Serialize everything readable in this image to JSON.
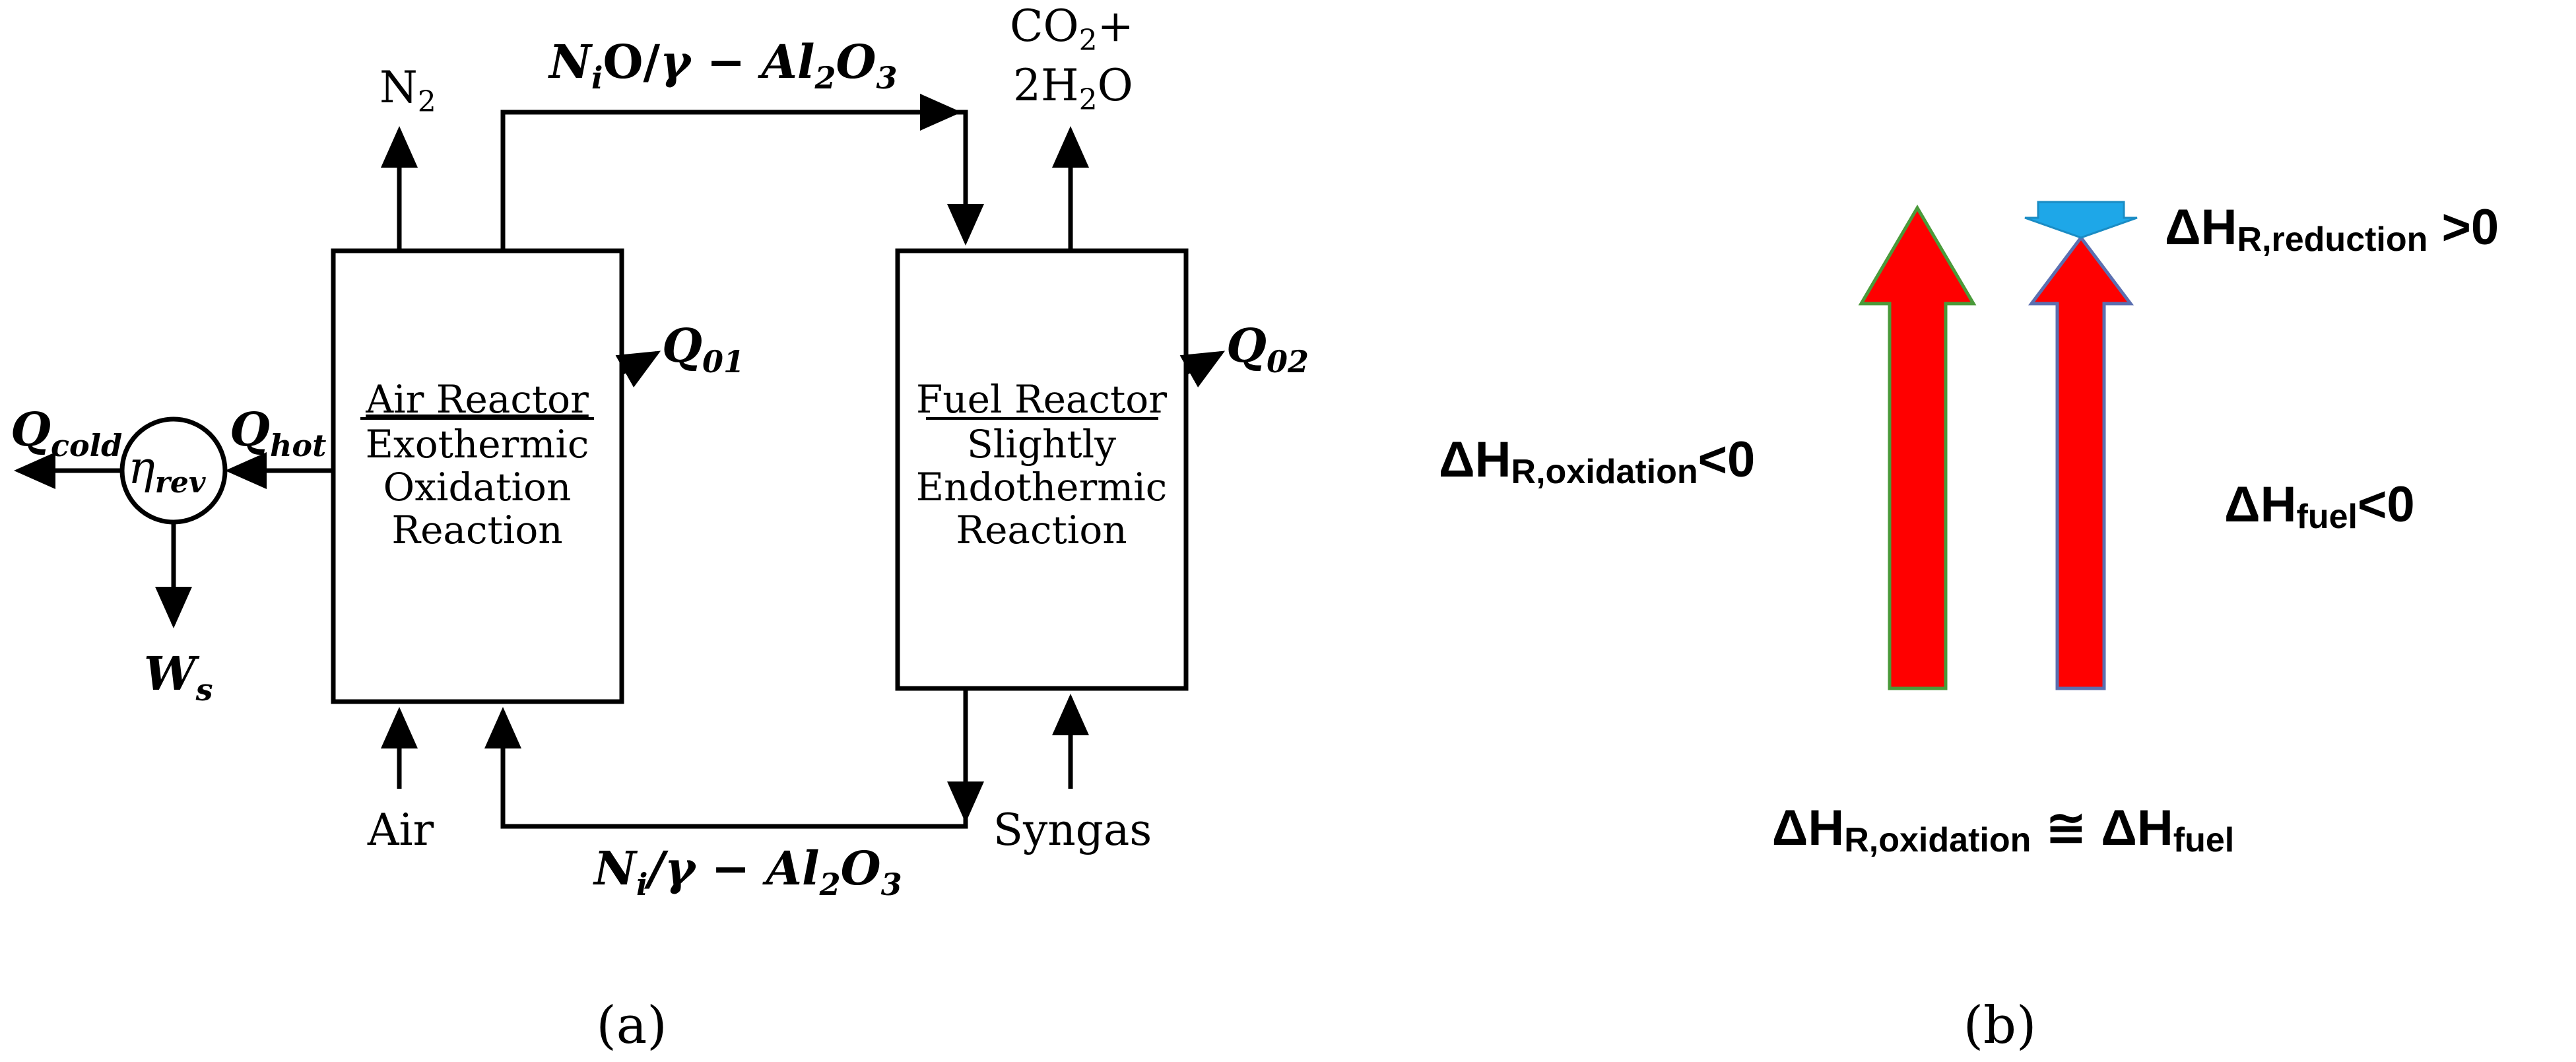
{
  "panel_a": {
    "air_reactor": {
      "title": "Air Reactor",
      "line1": "Exothermic",
      "line2": "Oxidation",
      "line3": "Reaction"
    },
    "fuel_reactor": {
      "title": "Fuel Reactor",
      "line1": "Slightly",
      "line2": "Endothermic",
      "line3": "Reaction"
    },
    "n2": {
      "main": "N",
      "sub": "2"
    },
    "co2_line1": {
      "pre": "CO",
      "sub": "2",
      "post": "+"
    },
    "h2o_line2": {
      "pre": "2H",
      "sub": "2",
      "post": "O"
    },
    "top_stream": {
      "p1": "N",
      "p1sub": "i",
      "p2": "O/",
      "p3": "γ − ",
      "p4": "Al",
      "p4sub": "2",
      "p5": "O",
      "p5sub": "3"
    },
    "bottom_stream": {
      "p1": "N",
      "p1sub": "i",
      "p2": "/",
      "p3": "γ − ",
      "p4": "Al",
      "p4sub": "2",
      "p5": "O",
      "p5sub": "3"
    },
    "q01": {
      "main": "Q",
      "sub": "01"
    },
    "q02": {
      "main": "Q",
      "sub": "02"
    },
    "q_cold": {
      "main": "Q",
      "sub": "cold"
    },
    "q_hot": {
      "main": "Q",
      "sub": "hot"
    },
    "eta": {
      "main": "η",
      "sub": "rev"
    },
    "ws": {
      "main": "W",
      "sub": "s"
    },
    "air": "Air",
    "syngas": "Syngas",
    "caption": "(a)"
  },
  "panel_b": {
    "dh_reduction": {
      "main": "ΔH",
      "sub": "R,reduction",
      "post": " >0"
    },
    "dh_oxidation": {
      "main": "ΔH",
      "sub": "R,oxidation",
      "post": "<0"
    },
    "dh_fuel": {
      "main": "ΔH",
      "sub": "fuel",
      "post": "<0"
    },
    "equality": {
      "a": "ΔH",
      "asub": "R,oxidation",
      "op": " ≅ ",
      "b": "ΔH",
      "bsub": "fuel"
    },
    "caption": "(b)",
    "colors": {
      "big_arrow": "#ff0000",
      "small_arrow": "#1ea7e8",
      "outline_left": "#4a9a3a",
      "outline_right": "#5b6fb0"
    }
  }
}
